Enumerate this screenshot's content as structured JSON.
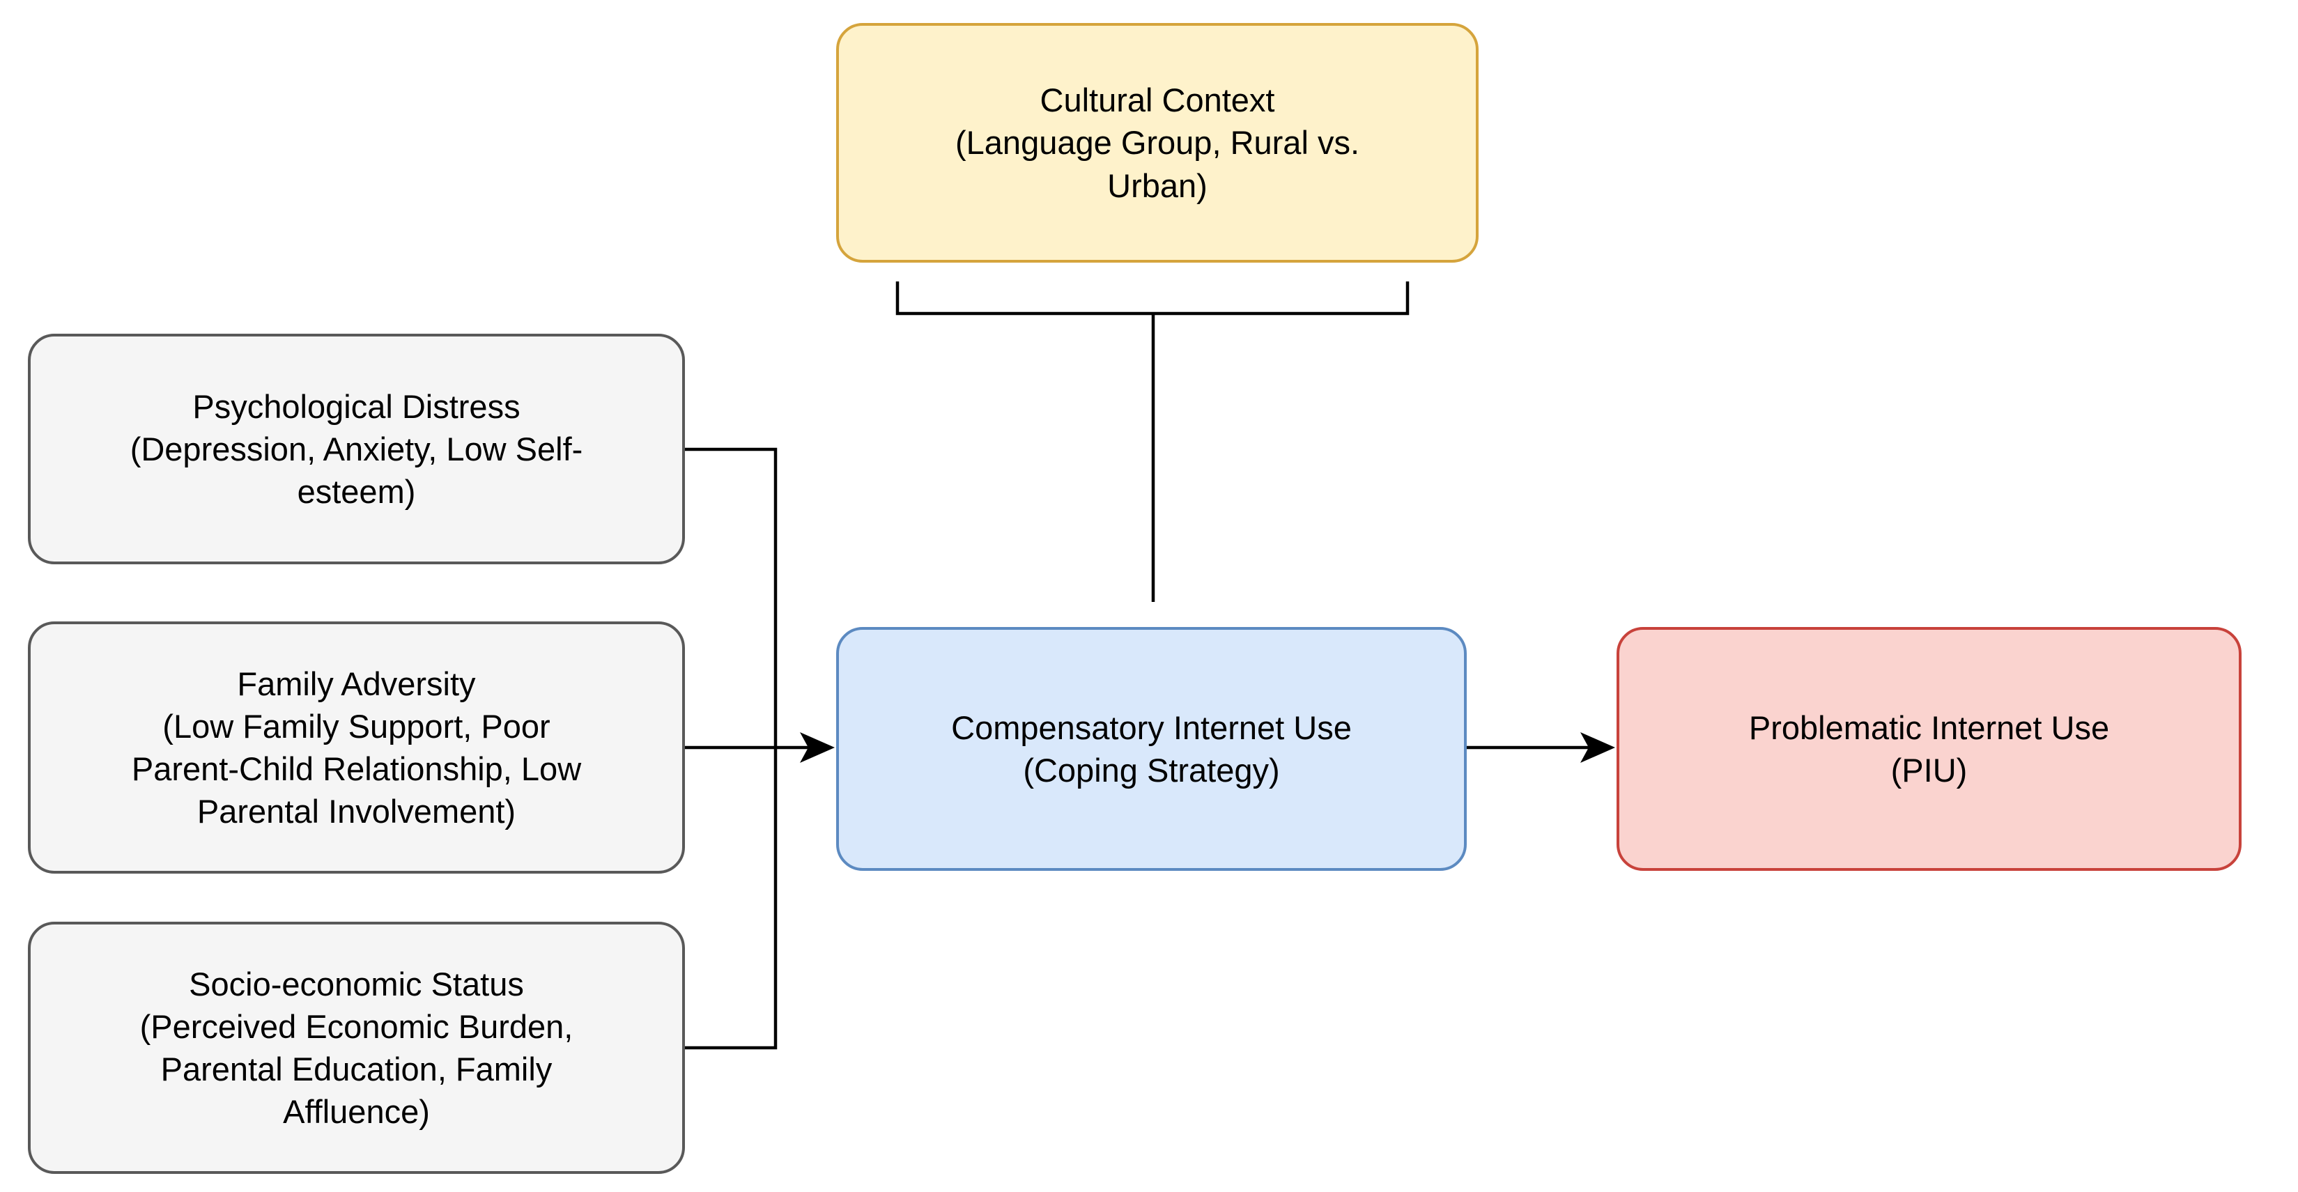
{
  "diagram": {
    "type": "conceptual-model-flowchart",
    "background_color": "#ffffff",
    "edge_color": "#000000",
    "text_color": "#000000",
    "nodes": {
      "cultural_context": {
        "label": "Cultural Context\n(Language Group, Rural vs.\nUrban)",
        "role": "moderator",
        "fill": "#FEF2CB",
        "stroke": "#D5A43C"
      },
      "psychological_distress": {
        "label": "Psychological Distress\n(Depression, Anxiety, Low Self-\nesteem)",
        "role": "predictor",
        "fill": "#F5F5F5",
        "stroke": "#595959"
      },
      "family_adversity": {
        "label": "Family Adversity\n(Low Family Support, Poor\nParent-Child Relationship, Low\nParental Involvement)",
        "role": "predictor",
        "fill": "#F5F5F5",
        "stroke": "#595959"
      },
      "socioeconomic_status": {
        "label": "Socio-economic Status\n(Perceived Economic Burden,\nParental Education, Family\nAffluence)",
        "role": "predictor",
        "fill": "#F5F5F5",
        "stroke": "#595959"
      },
      "compensatory_internet_use": {
        "label": "Compensatory Internet Use\n(Coping Strategy)",
        "role": "mediator",
        "fill": "#D9E8FB",
        "stroke": "#5C8AC1"
      },
      "problematic_internet_use": {
        "label": "Problematic Internet Use\n(PIU)",
        "role": "outcome",
        "fill": "#FAD3CF",
        "stroke": "#C8423B"
      }
    },
    "edges": [
      {
        "from": "psychological_distress",
        "to": "compensatory_internet_use",
        "style": "merged-line"
      },
      {
        "from": "family_adversity",
        "to": "compensatory_internet_use",
        "style": "arrow"
      },
      {
        "from": "socioeconomic_status",
        "to": "compensatory_internet_use",
        "style": "merged-line"
      },
      {
        "from": "compensatory_internet_use",
        "to": "problematic_internet_use",
        "style": "arrow"
      },
      {
        "from": "cultural_context",
        "to": "compensatory_internet_use",
        "style": "moderation-bracket"
      }
    ]
  }
}
